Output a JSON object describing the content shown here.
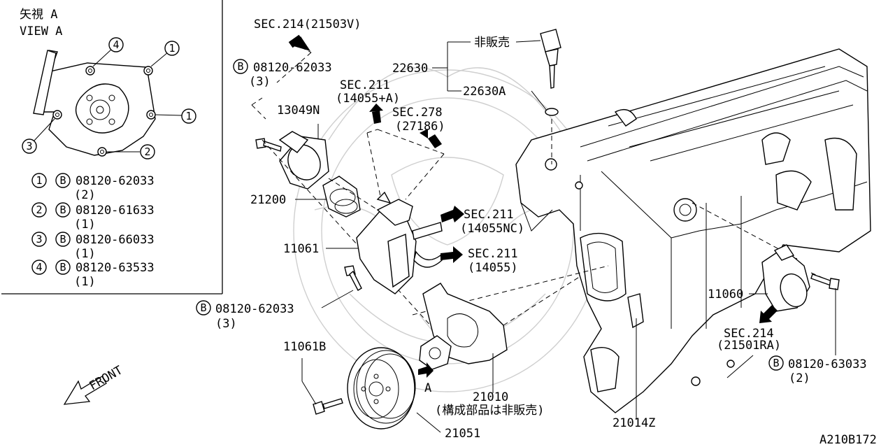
{
  "view_box": {
    "title_jp": "矢視 A",
    "title_en": "VIEW A",
    "callouts": [
      "4",
      "1",
      "1",
      "3",
      "2"
    ],
    "legend": [
      {
        "num": "1",
        "bolt": "B",
        "part": "08120-62033",
        "qty": "(2)"
      },
      {
        "num": "2",
        "bolt": "B",
        "part": "08120-61633",
        "qty": "(1)"
      },
      {
        "num": "3",
        "bolt": "B",
        "part": "08120-66033",
        "qty": "(1)"
      },
      {
        "num": "4",
        "bolt": "B",
        "part": "08120-63533",
        "qty": "(1)"
      }
    ]
  },
  "labels": {
    "sec214_top": "SEC.214(21503V)",
    "bolt_top_b": "B",
    "bolt_top": "08120-62033",
    "bolt_top_qty": "(3)",
    "p13049n": "13049N",
    "sec211_a": "SEC.211",
    "sec211_a_num": "(14055+A)",
    "sec278": "SEC.278",
    "sec278_num": "(27186)",
    "hihanbai": "非販売",
    "p22630": "22630",
    "p22630a": "22630A",
    "p21200": "21200",
    "sec211_nc": "SEC.211",
    "sec211_nc_num": "(14055NC)",
    "p11061": "11061",
    "sec211_b": "SEC.211",
    "sec211_b_num": "(14055)",
    "bolt_mid_b": "B",
    "bolt_mid": "08120-62033",
    "bolt_mid_qty": "(3)",
    "p11061b": "11061B",
    "front": "FRONT",
    "view_a": "A",
    "p21010": "21010",
    "p21010_note": "(構成部品は非販売)",
    "p21051": "21051",
    "p21014z": "21014Z",
    "p11060": "11060",
    "sec214_b": "SEC.214",
    "sec214_b_num": "(21501RA)",
    "bolt_right_b": "B",
    "bolt_right": "08120-63033",
    "bolt_right_qty": "(2)",
    "drawing_id": "A210B172"
  }
}
